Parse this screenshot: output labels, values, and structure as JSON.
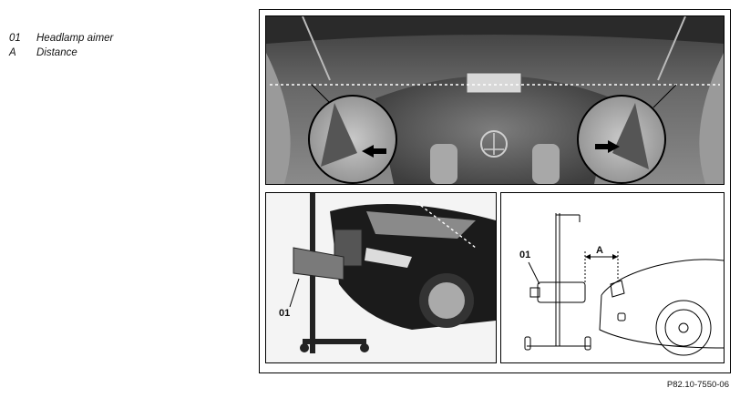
{
  "legend": [
    {
      "key": "01",
      "text": "Headlamp aimer"
    },
    {
      "key": "A",
      "text": "Distance"
    }
  ],
  "callouts": {
    "aimer_left": "01",
    "aimer_right": "01",
    "distance": "A"
  },
  "reference": "P82.10-7550-06"
}
